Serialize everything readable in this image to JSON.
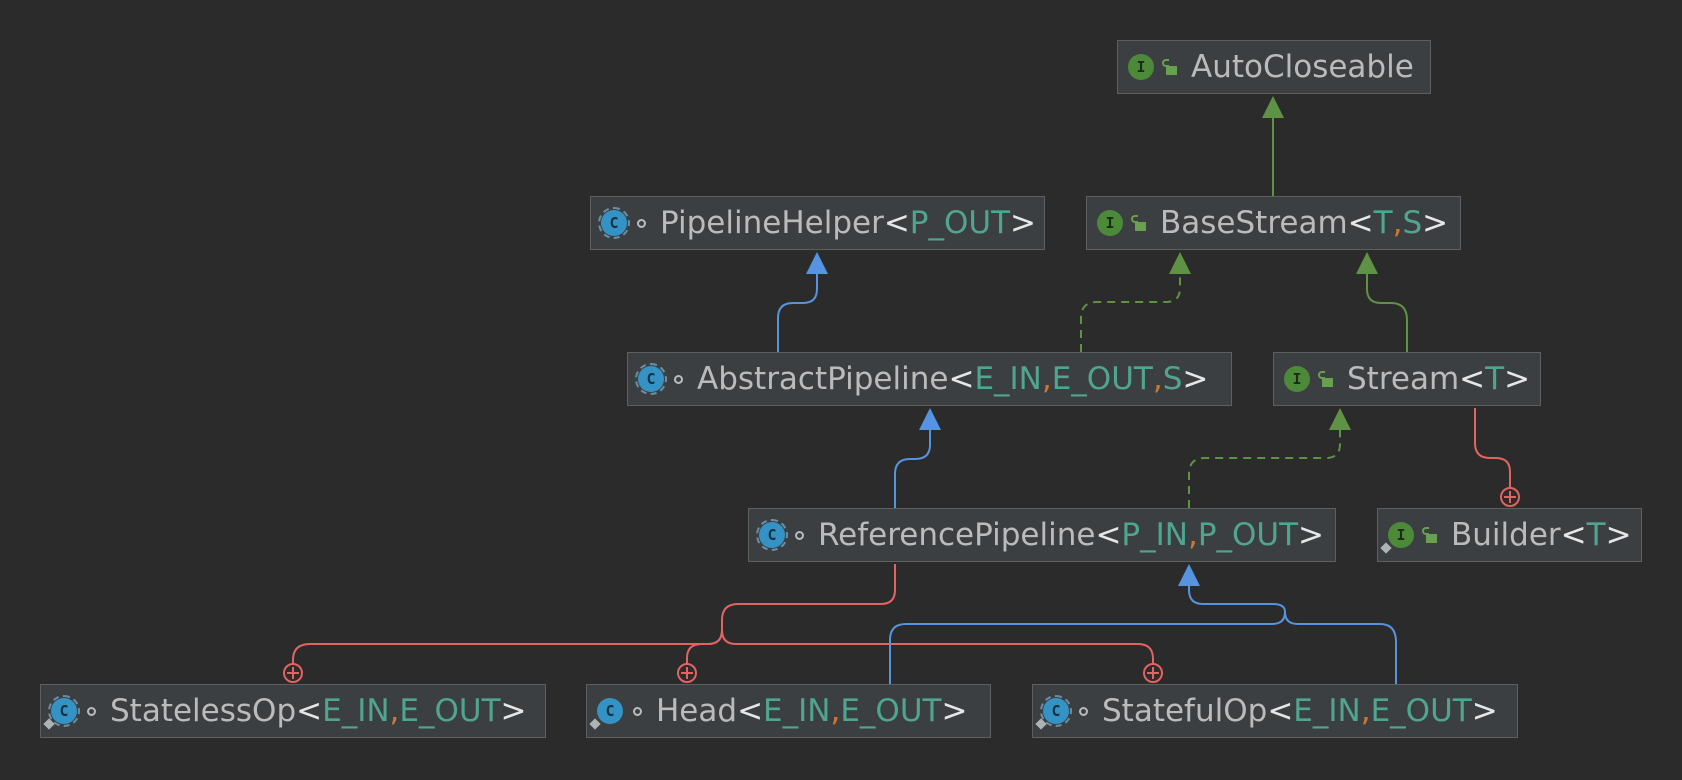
{
  "diagram": {
    "nodes": [
      {
        "id": "autocloseable",
        "kind": "interface",
        "vis": "public",
        "name": "AutoCloseable",
        "params": []
      },
      {
        "id": "pipelinehelper",
        "kind": "abstract-class",
        "vis": "package",
        "name": "PipelineHelper",
        "params": [
          "P_OUT"
        ]
      },
      {
        "id": "basestream",
        "kind": "interface",
        "vis": "public",
        "name": "BaseStream",
        "params": [
          "T",
          "S"
        ]
      },
      {
        "id": "abstractpipeline",
        "kind": "abstract-class",
        "vis": "package",
        "name": "AbstractPipeline",
        "params": [
          "E_IN",
          "E_OUT",
          "S"
        ]
      },
      {
        "id": "stream",
        "kind": "interface",
        "vis": "public",
        "name": "Stream",
        "params": [
          "T"
        ]
      },
      {
        "id": "referencepipeline",
        "kind": "abstract-class",
        "vis": "package",
        "name": "ReferencePipeline",
        "params": [
          "P_IN",
          "P_OUT"
        ]
      },
      {
        "id": "builder",
        "kind": "interface",
        "vis": "public",
        "static": true,
        "name": "Builder",
        "params": [
          "T"
        ]
      },
      {
        "id": "statelessop",
        "kind": "abstract-class",
        "vis": "package",
        "static": true,
        "name": "StatelessOp",
        "params": [
          "E_IN",
          "E_OUT"
        ]
      },
      {
        "id": "head",
        "kind": "class",
        "vis": "package",
        "static": true,
        "name": "Head",
        "params": [
          "E_IN",
          "E_OUT"
        ]
      },
      {
        "id": "statefulop",
        "kind": "abstract-class",
        "vis": "package",
        "static": true,
        "name": "StatefulOp",
        "params": [
          "E_IN",
          "E_OUT"
        ]
      }
    ],
    "edges": [
      {
        "from": "basestream",
        "to": "autocloseable",
        "type": "extends-interface"
      },
      {
        "from": "abstractpipeline",
        "to": "pipelinehelper",
        "type": "extends"
      },
      {
        "from": "abstractpipeline",
        "to": "basestream",
        "type": "implements"
      },
      {
        "from": "stream",
        "to": "basestream",
        "type": "extends-interface"
      },
      {
        "from": "referencepipeline",
        "to": "abstractpipeline",
        "type": "extends"
      },
      {
        "from": "referencepipeline",
        "to": "stream",
        "type": "implements"
      },
      {
        "from": "builder",
        "to": "stream",
        "type": "nested"
      },
      {
        "from": "statelessop",
        "to": "referencepipeline",
        "type": "nested"
      },
      {
        "from": "head",
        "to": "referencepipeline",
        "type": "nested"
      },
      {
        "from": "statefulop",
        "to": "referencepipeline",
        "type": "nested"
      },
      {
        "from": "head",
        "to": "referencepipeline",
        "type": "extends"
      },
      {
        "from": "statefulop",
        "to": "referencepipeline",
        "type": "extends"
      }
    ],
    "colors": {
      "background": "#2b2b2b",
      "node_fill": "#3c3f41",
      "node_border": "#5e6060",
      "extends_class": "#5693e0",
      "extends_interface": "#5f9245",
      "nested": "#e06462",
      "type_param": "#4fa58f",
      "comma": "#cc7832",
      "bracket": "#e6e6e6"
    }
  }
}
